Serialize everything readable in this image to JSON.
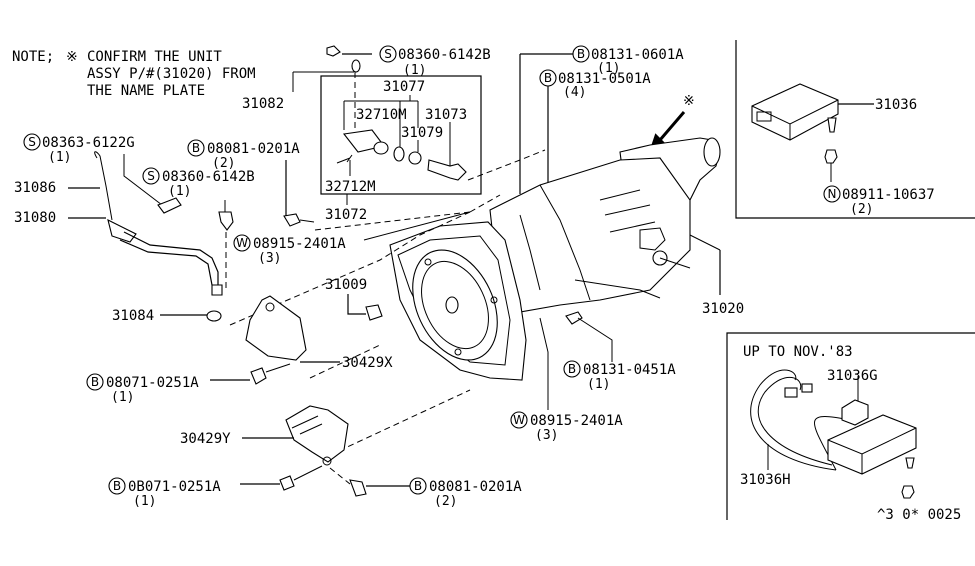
{
  "note": {
    "prefix": "NOTE;",
    "symbol": "※",
    "lines": [
      "CONFIRM THE UNIT",
      "ASSY P/#(31020) FROM",
      "THE NAME PLATE"
    ]
  },
  "parts": {
    "p31082": "31082",
    "p31077": "31077",
    "p32710M": "32710M",
    "p31073": "31073",
    "p31079": "31079",
    "p32712M": "32712M",
    "p31072": "31072",
    "p31086": "31086",
    "p31080": "31080",
    "p31084": "31084",
    "p31009": "31009",
    "p30429X": "30429X",
    "p30429Y": "30429Y",
    "p31020": "31020",
    "p31036": "31036",
    "p31036G": "31036G",
    "p31036H": "31036H"
  },
  "fasteners": {
    "s_08360_top": {
      "prefix": "S",
      "number": "08360-6142B",
      "qty": "(1)"
    },
    "b_08131_0601A": {
      "prefix": "B",
      "number": "08131-0601A",
      "qty": "(1)"
    },
    "b_08131_0501A": {
      "prefix": "B",
      "number": "08131-0501A",
      "qty": "(4)"
    },
    "s_08363_6122G": {
      "prefix": "S",
      "number": "08363-6122G",
      "qty": "(1)"
    },
    "b_08081_top": {
      "prefix": "B",
      "number": "08081-0201A",
      "qty": "(2)"
    },
    "s_08360_left": {
      "prefix": "S",
      "number": "08360-6142B",
      "qty": "(1)"
    },
    "w_08915_left": {
      "prefix": "W",
      "number": "08915-2401A",
      "qty": "(3)"
    },
    "b_08071_mid": {
      "prefix": "B",
      "number": "08071-0251A",
      "qty": "(1)"
    },
    "b_08131_0451A": {
      "prefix": "B",
      "number": "08131-0451A",
      "qty": "(1)"
    },
    "w_08915_bottom": {
      "prefix": "W",
      "number": "08915-2401A",
      "qty": "(3)"
    },
    "b_08071_bottom": {
      "prefix": "B",
      "number": "0B071-0251A",
      "qty": "(1)"
    },
    "b_08081_bottom": {
      "prefix": "B",
      "number": "08081-0201A",
      "qty": "(2)"
    },
    "n_08911_10637": {
      "prefix": "N",
      "number": "08911-10637",
      "qty": "(2)"
    }
  },
  "inset_bottom": {
    "title": "UP TO NOV.'83"
  },
  "reference_mark": "※",
  "footer_code": "^3 0* 0025"
}
